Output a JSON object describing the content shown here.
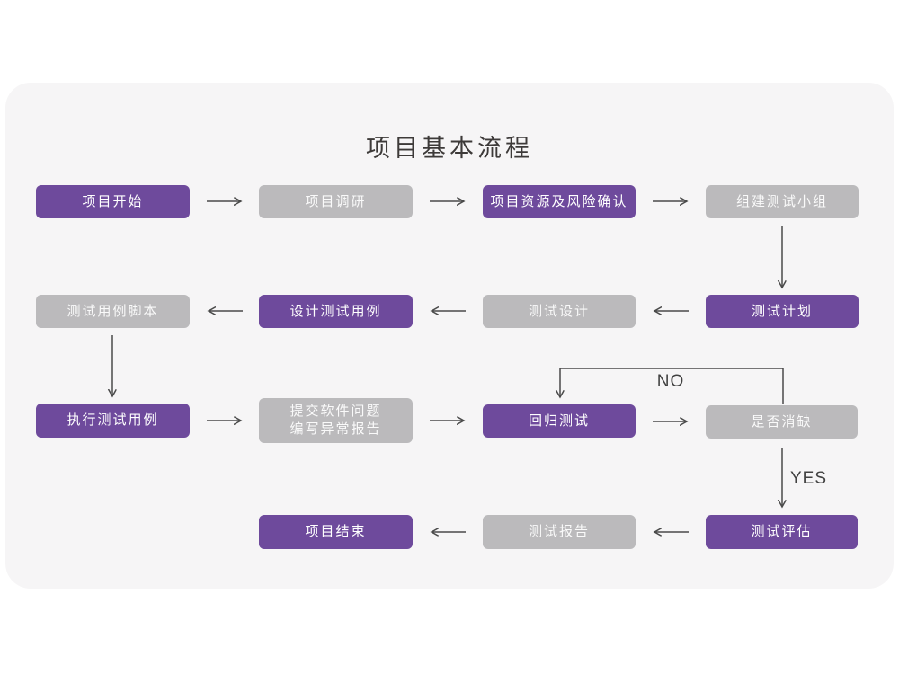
{
  "title": "项目基本流程",
  "labels": {
    "no": "NO",
    "yes": "YES"
  },
  "colors": {
    "purple_node": "#6e4a9c",
    "gray_node": "#bbbabc",
    "card_background": "#f6f5f6",
    "arrow": "#4a4a4a",
    "title_text": "#3d3a39"
  },
  "nodes": [
    {
      "label": "项目开始",
      "type": "purple"
    },
    {
      "label": "项目调研",
      "type": "gray"
    },
    {
      "label": "项目资源及风险确认",
      "type": "purple"
    },
    {
      "label": "组建测试小组",
      "type": "gray"
    },
    {
      "label": "测试计划",
      "type": "purple"
    },
    {
      "label": "测试设计",
      "type": "gray"
    },
    {
      "label": "设计测试用例",
      "type": "purple"
    },
    {
      "label": "测试用例脚本",
      "type": "gray"
    },
    {
      "label": "执行测试用例",
      "type": "purple"
    },
    {
      "label": "提交软件问题\n编写异常报告",
      "type": "gray"
    },
    {
      "label": "回归测试",
      "type": "purple"
    },
    {
      "label": "是否消缺",
      "type": "gray"
    },
    {
      "label": "测试评估",
      "type": "purple"
    },
    {
      "label": "测试报告",
      "type": "gray"
    },
    {
      "label": "项目结束",
      "type": "purple"
    }
  ]
}
